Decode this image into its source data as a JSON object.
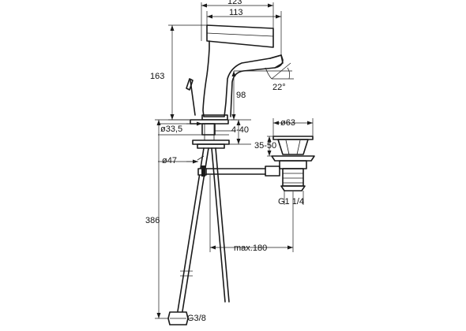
{
  "colors": {
    "line": "#1a1a1a",
    "background": "#ffffff"
  },
  "dimensions": {
    "width_overall": "123",
    "width_spout": "113",
    "height_total": "163",
    "height_spout": "98",
    "spout_angle": "22°",
    "hole_diameter": "ø33,5",
    "deck_thickness": "4-40",
    "flange_diameter": "ø47",
    "waste_diameter": "ø63",
    "plug_lift": "35-50",
    "waste_thread": "G1 1/4",
    "hose_length": "386",
    "waste_max": "max.180",
    "hose_thread": "G3/8"
  }
}
